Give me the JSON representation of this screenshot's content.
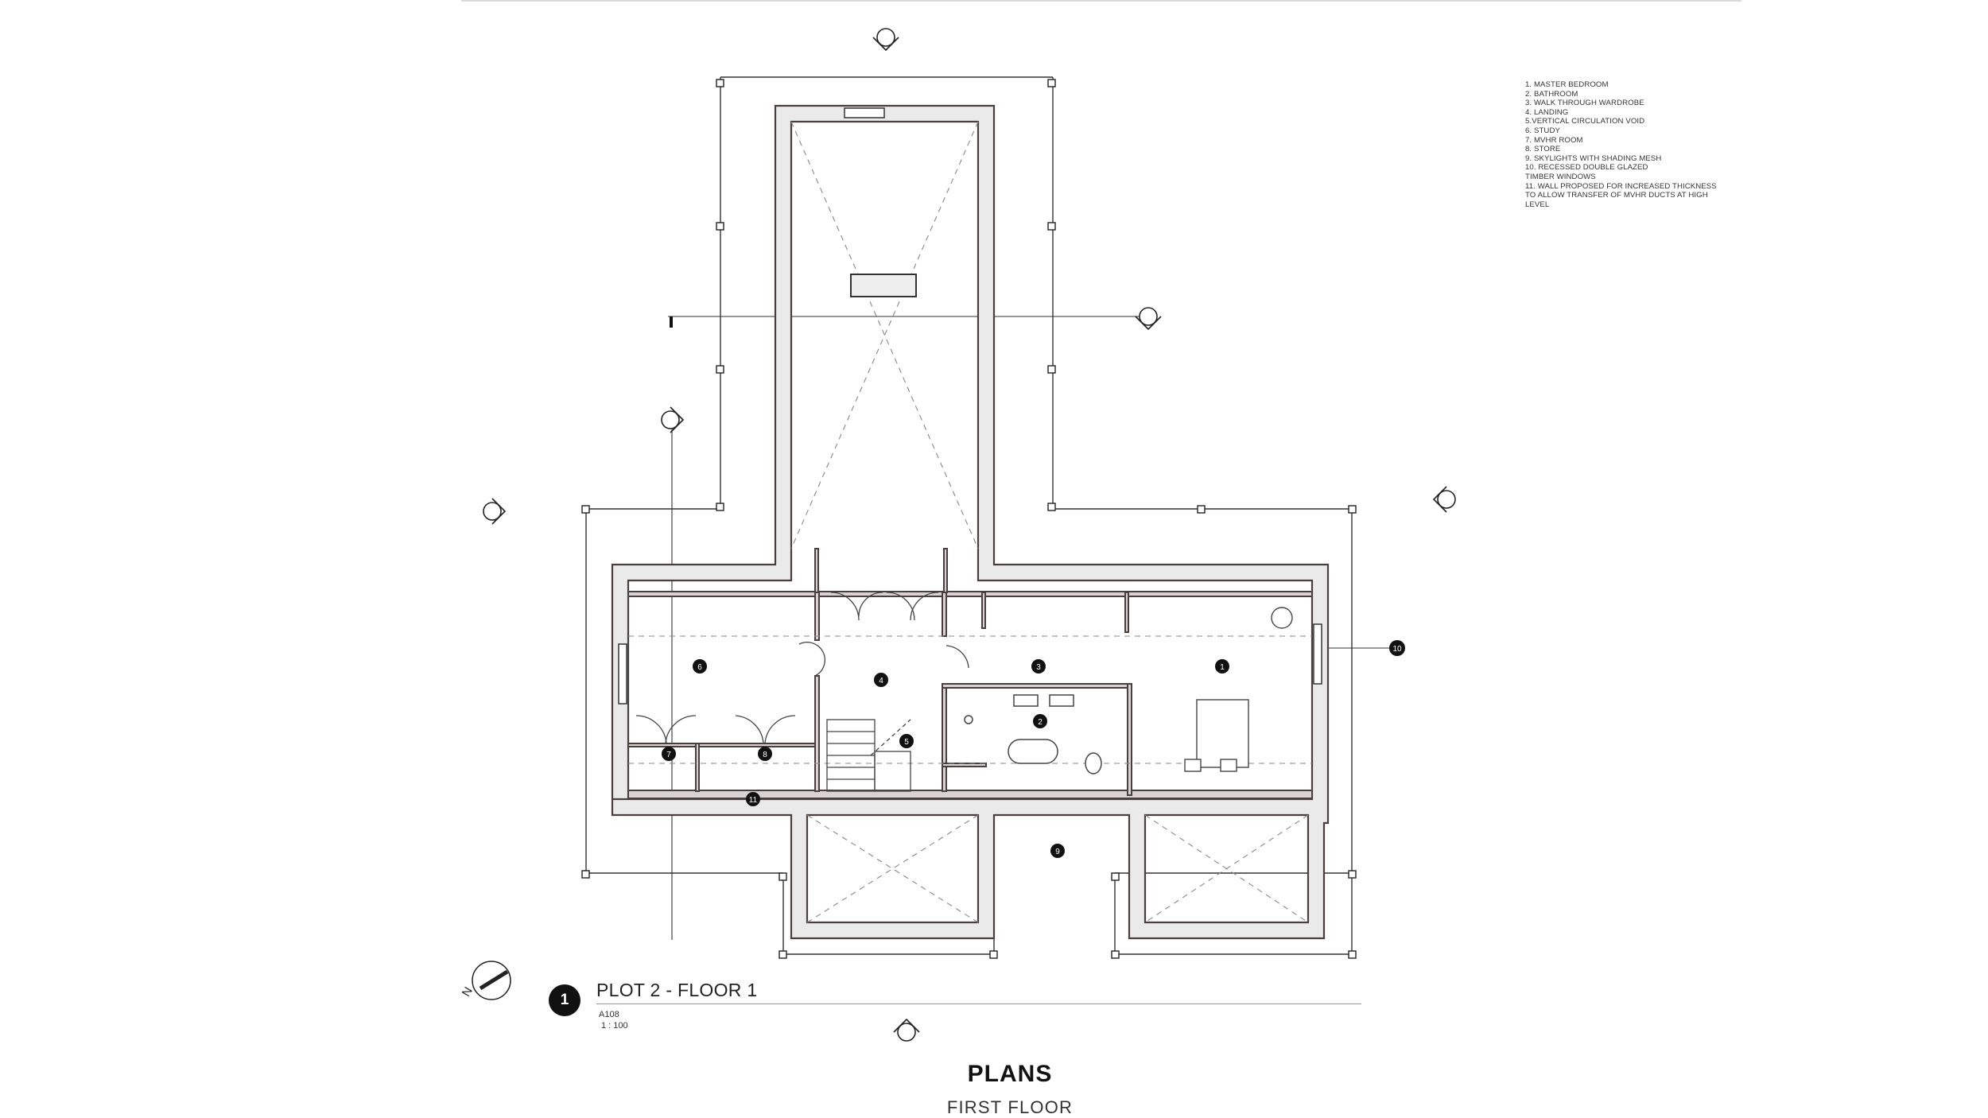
{
  "legend": [
    "1. MASTER BEDROOM",
    "2. BATHROOM",
    "3. WALK THROUGH WARDROBE",
    "4. LANDING",
    "5.VERTICAL CIRCULATION VOID",
    "6. STUDY",
    "7. MVHR ROOM",
    "8. STORE",
    "9. SKYLIGHTS WITH SHADING MESH",
    "10. RECESSED DOUBLE GLAZED",
    "TIMBER WINDOWS",
    "11. WALL PROPOSED FOR INCREASED THICKNESS",
    "TO ALLOW TRANSFER OF MVHR DUCTS AT HIGH",
    "LEVEL"
  ],
  "rooms": [
    {
      "number": "1"
    },
    {
      "number": "2"
    },
    {
      "number": "3"
    },
    {
      "number": "4"
    },
    {
      "number": "5"
    },
    {
      "number": "6"
    },
    {
      "number": "7"
    },
    {
      "number": "8"
    },
    {
      "number": "9"
    },
    {
      "number": "10"
    },
    {
      "number": "11"
    }
  ],
  "view": {
    "number": "1",
    "title": "PLOT 2 - FLOOR 1",
    "sheet": "A108",
    "scale": "1 : 100"
  },
  "heading": "PLANS",
  "subheading": "FIRST FLOOR",
  "north_label": "N",
  "colors": {
    "wall_fill": "#eaeaea",
    "wall_line": "#4a3f3f",
    "ink": "#111111"
  }
}
